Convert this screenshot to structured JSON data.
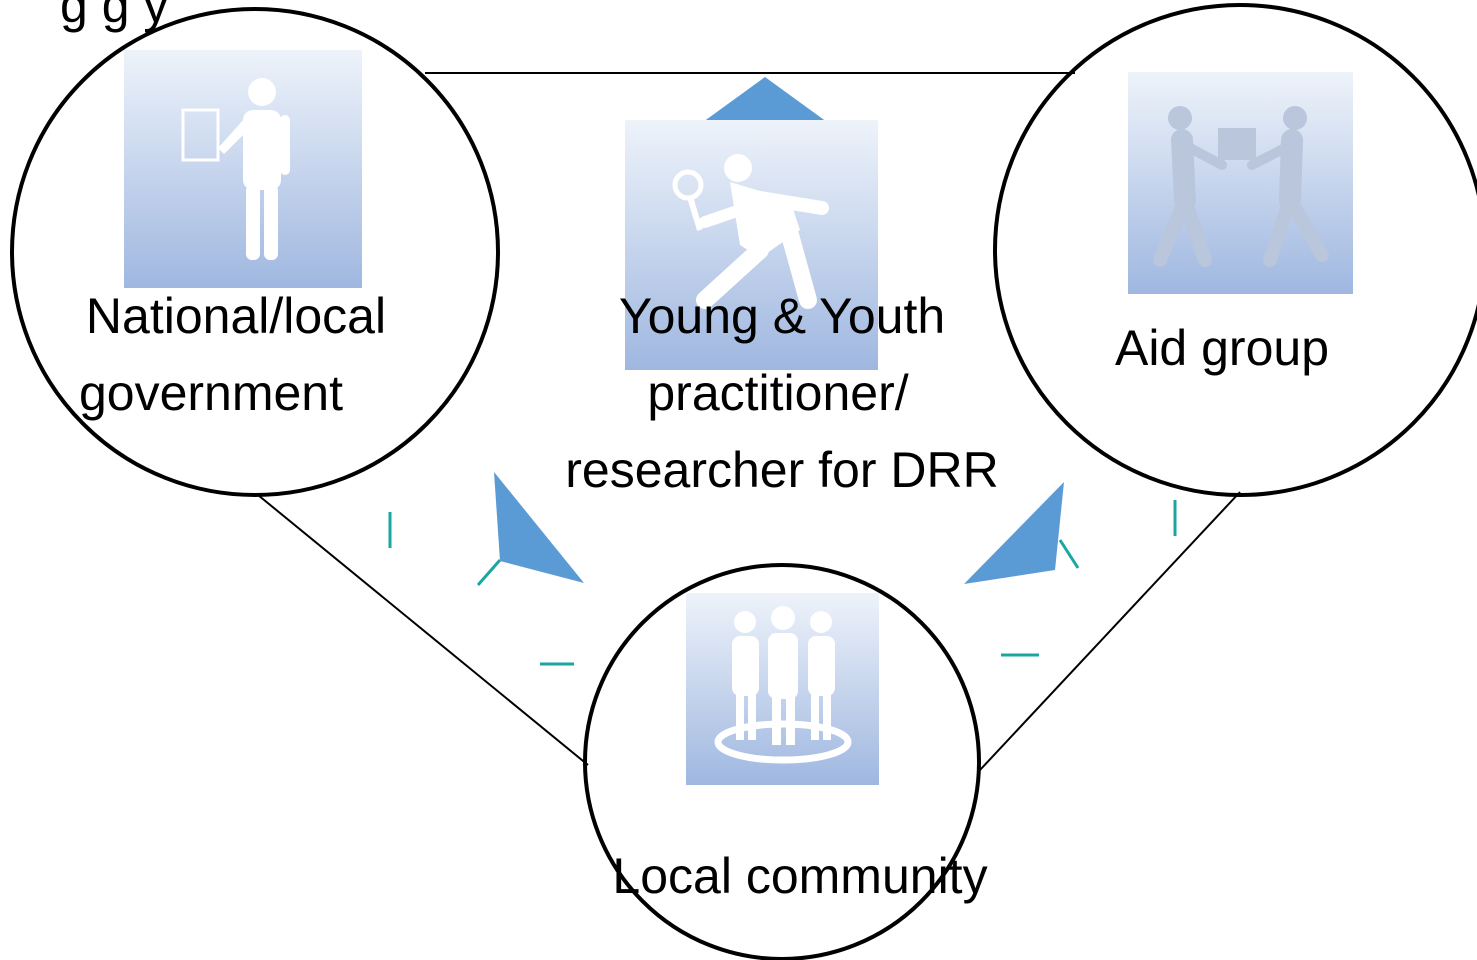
{
  "title_fragment": "g        g        y",
  "nodes": {
    "government": {
      "label_line1": "National/local",
      "label_line2": "government",
      "icon": "businessman-with-document-icon"
    },
    "youth": {
      "label_line1": "Young & Youth",
      "label_line2": "practitioner/",
      "label_line3": "researcher for DRR",
      "icon": "investigator-with-magnifying-glass-icon"
    },
    "aid": {
      "label": "Aid group",
      "icon": "two-people-carrying-box-icon"
    },
    "community": {
      "label": "Local community",
      "icon": "group-of-people-icon"
    }
  },
  "colors": {
    "accent_blue": "#5b9bd5",
    "icon_gradient_top": "#eef3fa",
    "icon_gradient_bottom": "#9fb7e0",
    "teal_mark": "#1aa7a1",
    "outline": "#000000"
  }
}
